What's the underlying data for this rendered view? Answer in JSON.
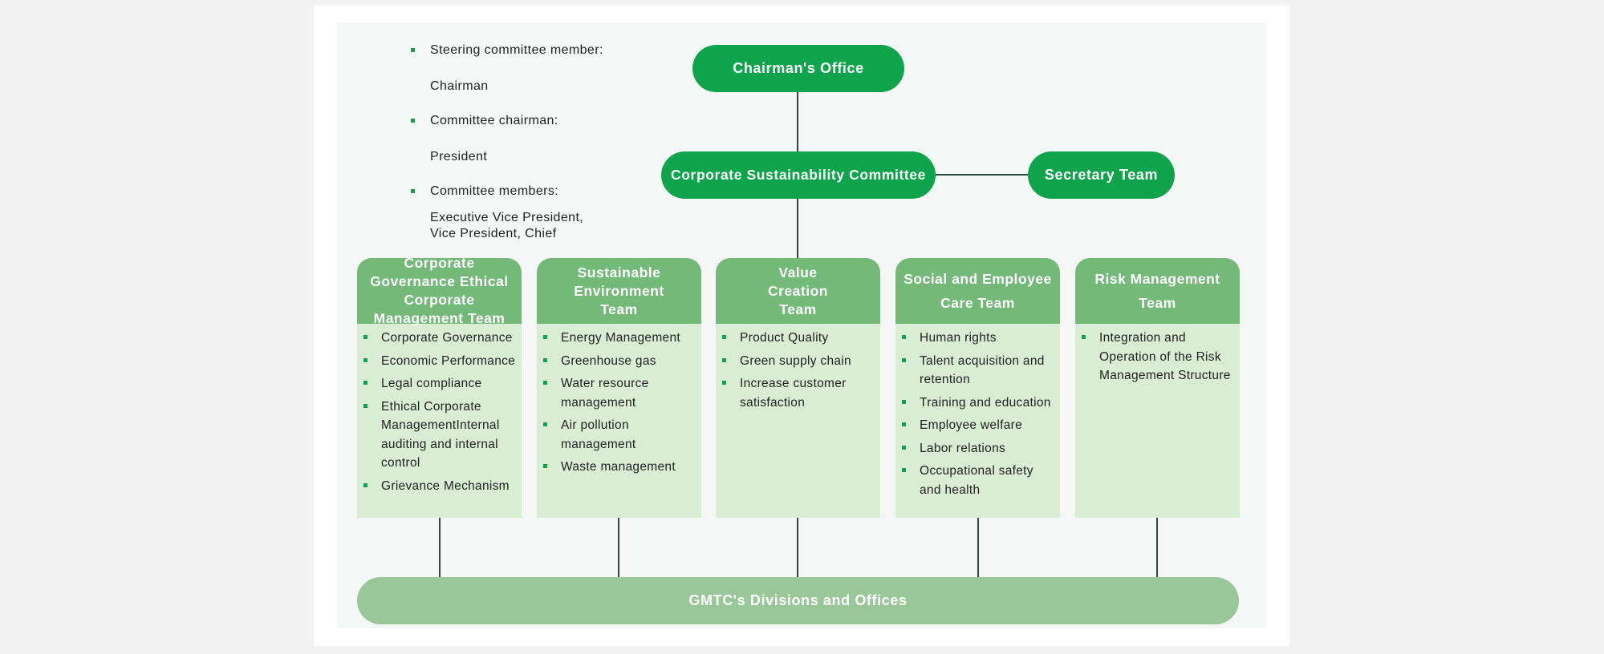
{
  "top": {
    "chairman_office": "Chairman's Office"
  },
  "committee": {
    "name": "Corporate Sustainability Committee",
    "secretary": "Secretary Team"
  },
  "legend": [
    {
      "label": "Steering committee member:",
      "value": "Chairman"
    },
    {
      "label": "Committee chairman:",
      "value": "President"
    },
    {
      "label": "Committee members:",
      "value_lines": [
        "Executive Vice President,",
        "Vice President, Chief"
      ]
    }
  ],
  "teams": [
    {
      "title": "Corporate Governance Ethical Corporate Management Team",
      "items": [
        "Corporate Governance",
        "Economic Performance",
        "Legal compliance",
        "Ethical Corporate ManagementInternal auditing and internal control",
        "Grievance Mechanism"
      ]
    },
    {
      "title": "Sustainable Environment Team",
      "items": [
        "Energy Management",
        "Greenhouse gas",
        "Water resource management",
        "Air pollution management",
        "Waste management"
      ]
    },
    {
      "title": "Value Creation Team",
      "items": [
        "Product Quality",
        "Green supply chain",
        "Increase customer satisfaction"
      ]
    },
    {
      "title": "Social and Employee Care Team",
      "items": [
        "Human rights",
        "Talent acquisition and retention",
        "Training and education",
        "Employee welfare",
        "Labor relations",
        "Occupational safety and health"
      ]
    },
    {
      "title": "Risk Management Team",
      "items": [
        "Integration and Operation of the Risk Management Structure"
      ]
    }
  ],
  "bottom": {
    "divisions": "GMTC's Divisions and Offices"
  },
  "colors": {
    "dark_green": "#0ea44b",
    "team_header": "#73b978",
    "team_body": "#d9edd5",
    "bottom_bar": "#99c799"
  }
}
